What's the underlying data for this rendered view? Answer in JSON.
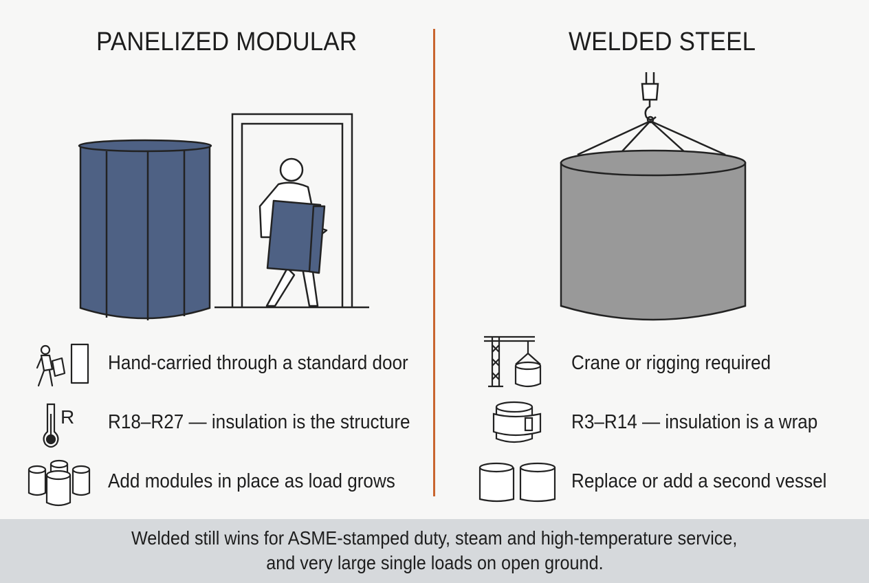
{
  "panels": {
    "left": {
      "title": "PANELIZED MODULAR",
      "rows": [
        {
          "icon": "person-carrying-panel-icon",
          "text": "Hand-carried through a standard door"
        },
        {
          "icon": "thermometer-r-value-icon",
          "text": "R18–R27 — insulation is the structure"
        },
        {
          "icon": "stacked-modules-icon",
          "text": "Add modules in place as load grows"
        }
      ]
    },
    "right": {
      "title": "WELDED STEEL",
      "rows": [
        {
          "icon": "crane-lifting-tank-icon",
          "text": "Crane or rigging required"
        },
        {
          "icon": "wrapped-cylinder-icon",
          "text": "R3–R14 — insulation is a wrap"
        },
        {
          "icon": "two-cylinders-icon",
          "text": "Replace or add a second vessel"
        }
      ]
    }
  },
  "footer": {
    "line1": "Welded still wins for ASME-stamped duty, steam and high-temperature service,",
    "line2": "and very large single loads on open ground."
  },
  "colors": {
    "panel_tank": "#4e6184",
    "steel_tank": "#999999",
    "divider": "#c9652f",
    "footer_band": "#d6d9dc",
    "outline": "#222222"
  }
}
